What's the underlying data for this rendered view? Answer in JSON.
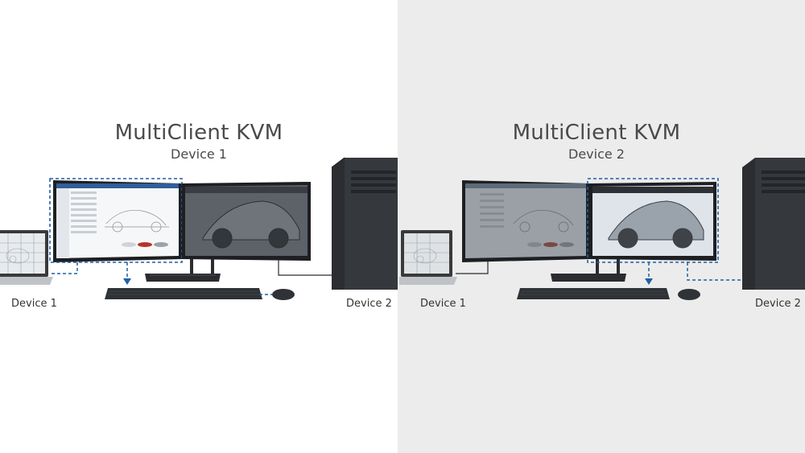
{
  "panels": [
    {
      "title": "MultiClient KVM",
      "subtitle": "Device 1",
      "left_label": "Device 1",
      "right_label": "Device 2",
      "active_device": "Device 1"
    },
    {
      "title": "MultiClient KVM",
      "subtitle": "Device 2",
      "left_label": "Device 1",
      "right_label": "Device 2",
      "active_device": "Device 2"
    }
  ],
  "colors": {
    "connection_line": "#1f5fa8",
    "left_background": "#ffffff",
    "right_background": "#ececec",
    "text": "#4a4a4a"
  },
  "icons": [
    "laptop-icon",
    "monitor-icon",
    "tower-pc-icon",
    "keyboard-icon",
    "mouse-icon"
  ]
}
